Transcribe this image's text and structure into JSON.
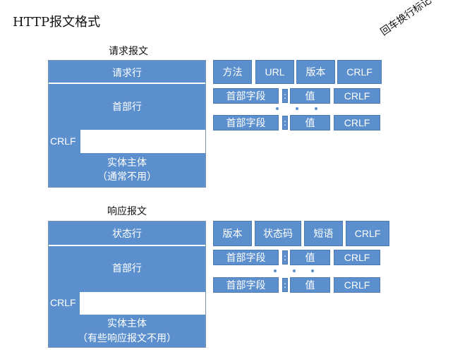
{
  "title": "HTTP报文格式",
  "request": {
    "section_title": "请求报文",
    "left_panel": {
      "request_line": "请求行",
      "header_lines": "首部行",
      "crlf": "CRLF",
      "entity_body": "实体主体",
      "entity_note": "（通常不用）"
    },
    "request_line_boxes": [
      "方法",
      "URL",
      "版本",
      "CRLF"
    ],
    "header_rows": [
      {
        "field": "首部字段",
        "colon": ":",
        "value": "值",
        "crlf": "CRLF"
      },
      {
        "field": "首部字段",
        "colon": ":",
        "value": "值",
        "crlf": "CRLF"
      }
    ]
  },
  "response": {
    "section_title": "响应报文",
    "left_panel": {
      "status_line": "状态行",
      "header_lines": "首部行",
      "crlf": "CRLF",
      "entity_body": "实体主体",
      "entity_note": "（有些响应报文不用）"
    },
    "status_line_boxes": [
      "版本",
      "状态码",
      "短语",
      "CRLF"
    ],
    "header_rows": [
      {
        "field": "首部字段",
        "colon": ":",
        "value": "值",
        "crlf": "CRLF"
      },
      {
        "field": "首部字段",
        "colon": ":",
        "value": "值",
        "crlf": "CRLF"
      }
    ]
  },
  "annotations": {
    "crlf_note": "回车换行标记"
  },
  "colors": {
    "box_fill": "#5b8fcd",
    "box_border": "#4e7ab2",
    "panel_border": "#7a95b4"
  }
}
